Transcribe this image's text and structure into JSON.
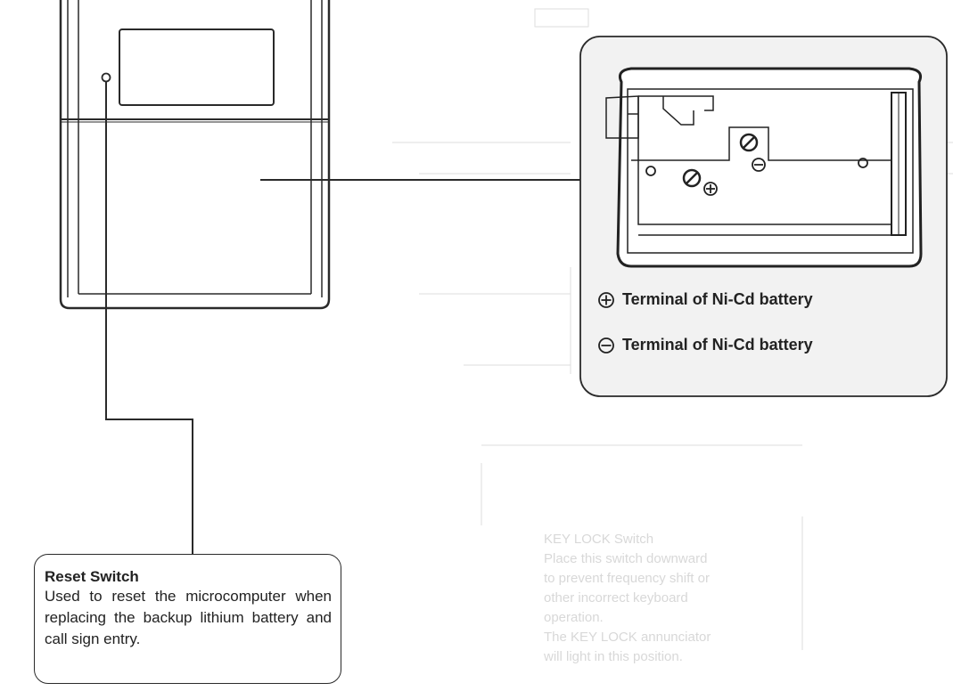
{
  "terminals": [
    {
      "symbol": "plus-circle",
      "label": "Terminal of Ni-Cd battery"
    },
    {
      "symbol": "minus-circle",
      "label": "Terminal of Ni-Cd battery"
    }
  ],
  "reset_callout": {
    "title": "Reset Switch",
    "description": "Used to reset the microcomputer when replacing the backup lithium battery and call sign entry."
  },
  "colors": {
    "line": "#2a2a2a",
    "panel_fill": "#f2f2f2",
    "ghost_text": "#d8d8d8"
  }
}
